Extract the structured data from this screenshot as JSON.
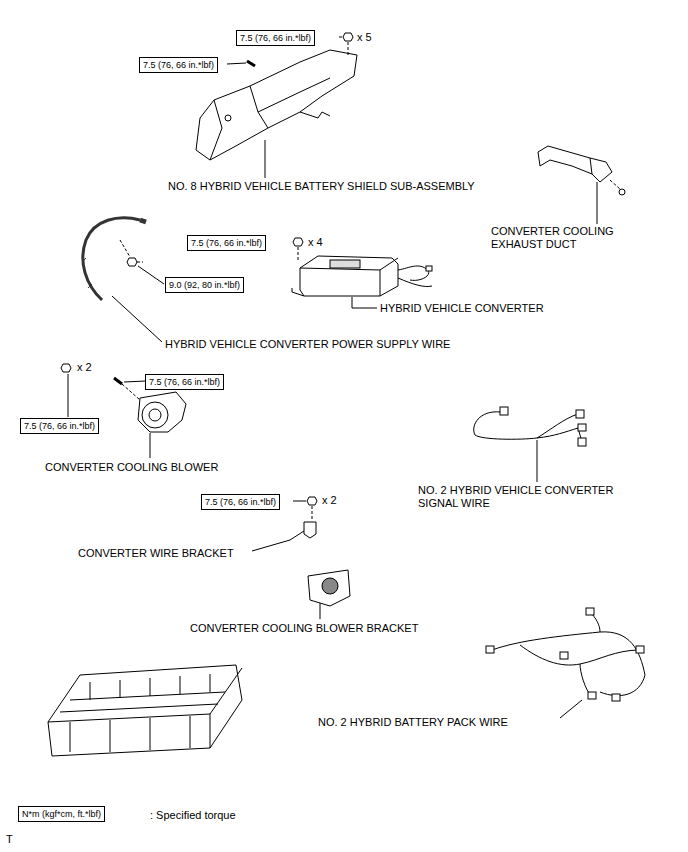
{
  "diagram": {
    "nodes": [
      {
        "text": [
          "7.5 (76, 66 in.*lbf)"
        ]
      },
      {
        "text": [
          "7.5 (76, 66 in.*lbf)"
        ]
      },
      {
        "text": [
          "7.5 (76, 66 in.*lbf)"
        ]
      },
      {
        "text": [
          "9.0 (92, 80 in.*lbf)"
        ]
      },
      {
        "text": [
          "7.5 (76, 66 in.*lbf)"
        ]
      },
      {
        "text": [
          "7.5 (76, 66 in.*lbf)"
        ]
      },
      {
        "text": [
          "7.5 (76, 66 in.*lbf)"
        ]
      },
      {
        "text": [
          "N*m (kgf*cm, ft.*lbf)"
        ]
      }
    ],
    "labels": [
      "x 5",
      "NO. 8 HYBRID VEHICLE BATTERY SHIELD SUB-ASSEMBLY",
      "CONVERTER COOLING EXHAUST DUCT",
      "x 4",
      "HYBRID VEHICLE CONVERTER",
      "HYBRID VEHICLE CONVERTER POWER SUPPLY WIRE",
      "x 2",
      "CONVERTER COOLING BLOWER",
      "NO. 2 HYBRID VEHICLE CONVERTER SIGNAL WIRE",
      "x 2",
      "CONVERTER WIRE BRACKET",
      "CONVERTER COOLING BLOWER BRACKET",
      "NO. 2 HYBRID BATTERY PACK WIRE",
      ": Specified torque",
      "T"
    ]
  }
}
